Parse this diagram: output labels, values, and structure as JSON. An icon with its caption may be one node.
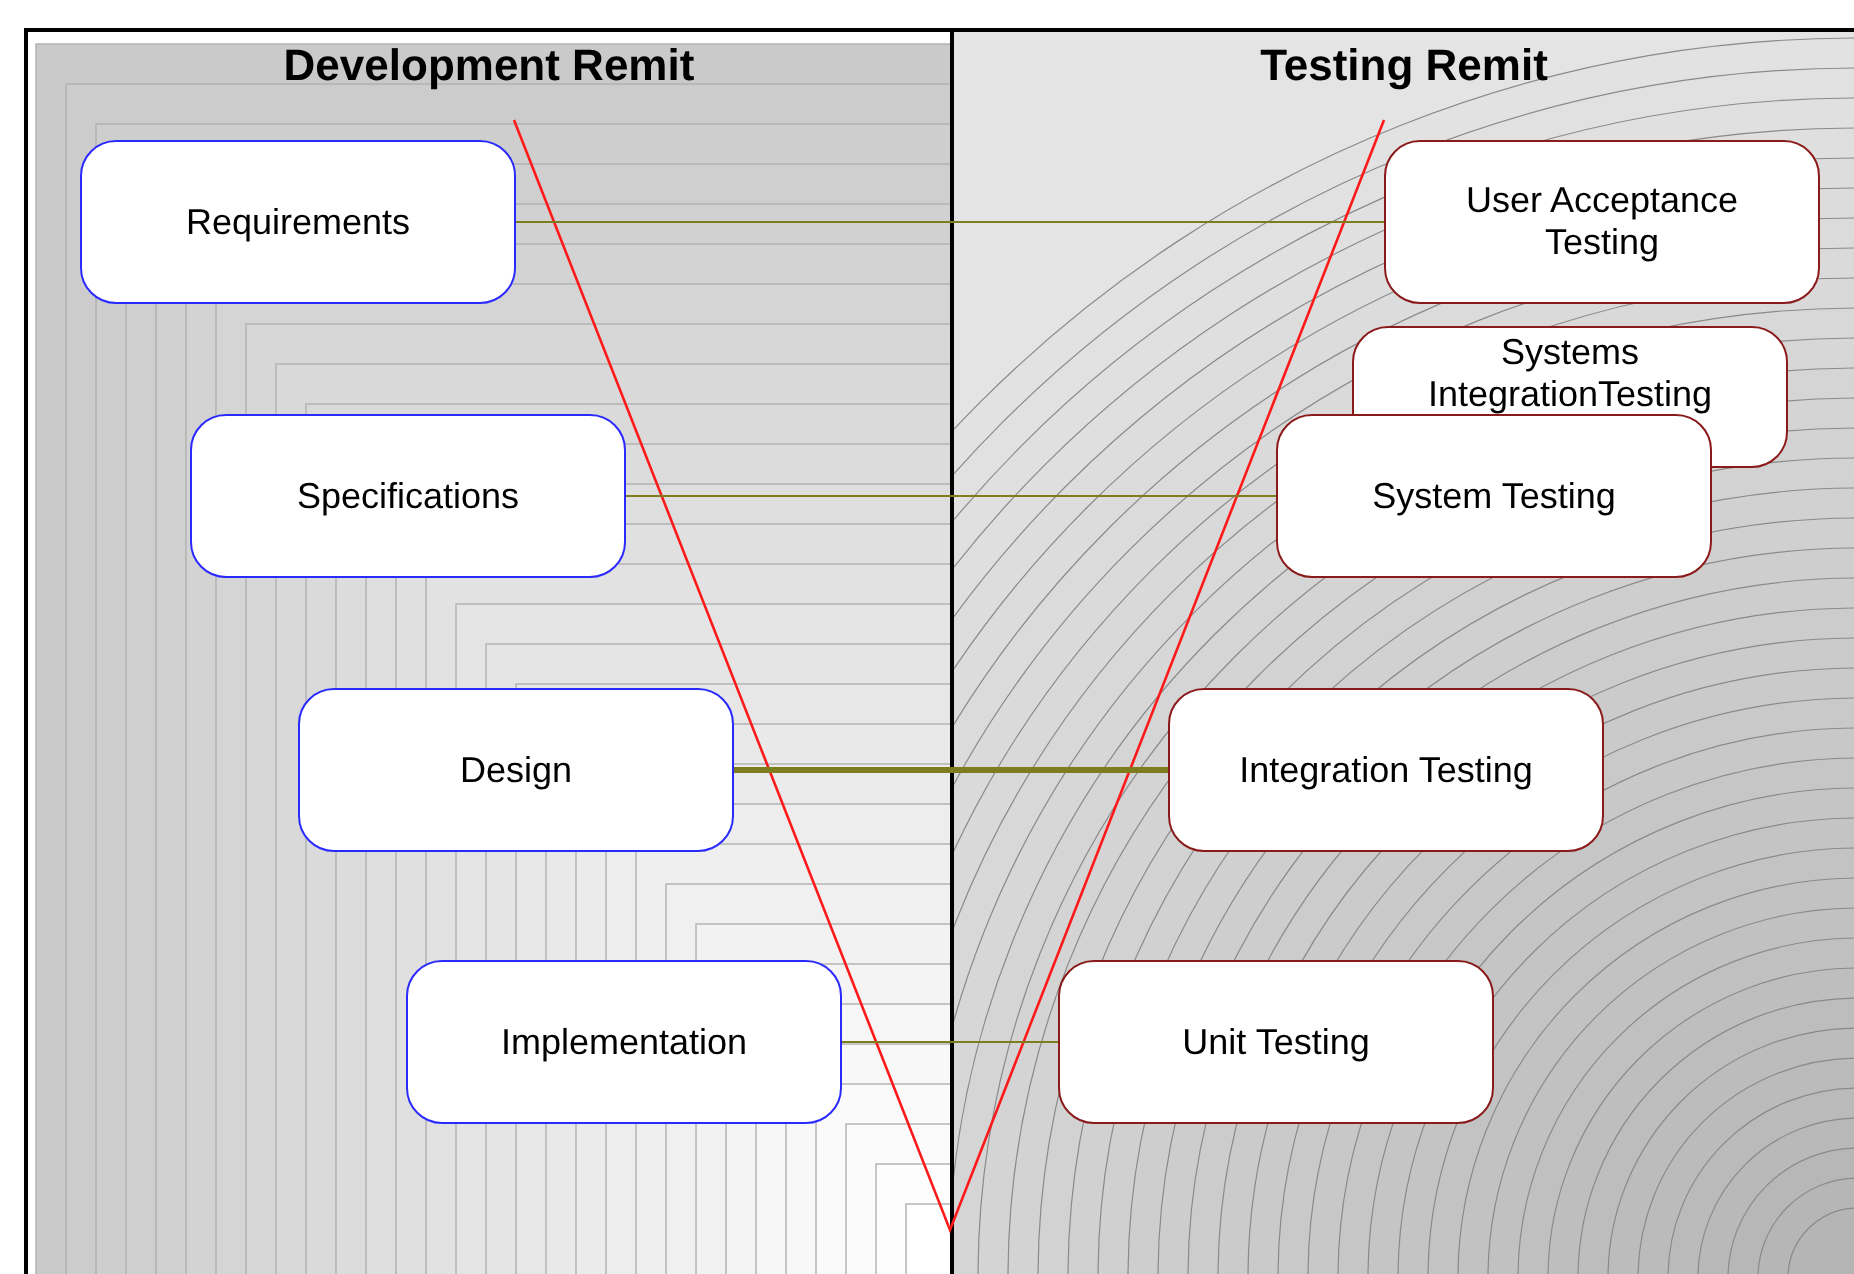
{
  "diagram": {
    "nodes": [
      {
        "text": [
          "Development Remit"
        ]
      },
      {
        "text": [
          "Testing Remit"
        ]
      },
      {
        "text": [
          "Requirements"
        ],
        "in": 0
      },
      {
        "text": [
          "Specifications"
        ],
        "in": 0
      },
      {
        "text": [
          "Design"
        ],
        "in": 0
      },
      {
        "text": [
          "Implementation"
        ],
        "in": 0
      },
      {
        "text": [
          "User Acceptance Testing"
        ],
        "in": 1
      },
      {
        "text": [
          "Systems IntegrationTesting"
        ],
        "in": 1
      },
      {
        "text": [
          "System Testing"
        ],
        "in": 1
      },
      {
        "text": [
          "Integration Testing"
        ],
        "in": 1
      },
      {
        "text": [
          "Unit Testing"
        ],
        "in": 1
      }
    ],
    "edges": [
      {
        "from": 2,
        "to": 6,
        "arrow": "none"
      },
      {
        "from": 3,
        "to": 8,
        "arrow": "none"
      },
      {
        "from": 4,
        "to": 9,
        "arrow": "none",
        "style": "thick"
      },
      {
        "from": 5,
        "to": 10,
        "arrow": "none"
      }
    ]
  }
}
